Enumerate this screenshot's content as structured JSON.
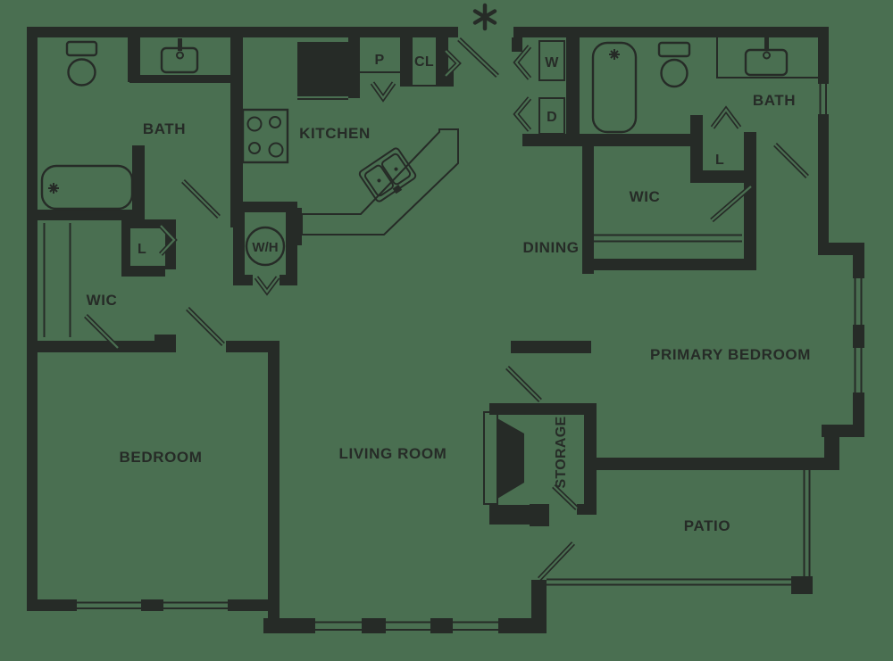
{
  "colors": {
    "background": "#4a6f51",
    "ink": "#262b27"
  },
  "entry_marker": "*",
  "rooms": {
    "bath_left": "BATH",
    "kitchen": "KITCHEN",
    "pantry": "P",
    "entry_closet": "CL",
    "washer": "W",
    "dryer": "D",
    "bath_right": "BATH",
    "linen_right": "L",
    "wic_right": "WIC",
    "dining": "DINING",
    "water_heater": "W/H",
    "linen_left": "L",
    "wic_left": "WIC",
    "bedroom": "BEDROOM",
    "living_room": "LIVING ROOM",
    "storage": "STORAGE",
    "primary_bedroom": "PRIMARY BEDROOM",
    "patio": "PATIO"
  },
  "fixtures": {
    "toilets": "toilet-icon",
    "vanity_sinks": "sink-icon",
    "bathtubs": "bathtub-icon",
    "stove": "stove-icon",
    "refrigerator": "refrigerator-icon",
    "kitchen_sink": "kitchen-sink-icon",
    "water_heater_tank": "water-heater-icon",
    "fireplace": "fireplace-icon",
    "doors": "door-swing-icon",
    "bifold_doors": "bifold-door-icon",
    "windows": "window-icon",
    "patio_railing": "patio-railing",
    "closet_rods": "closet-rod"
  }
}
